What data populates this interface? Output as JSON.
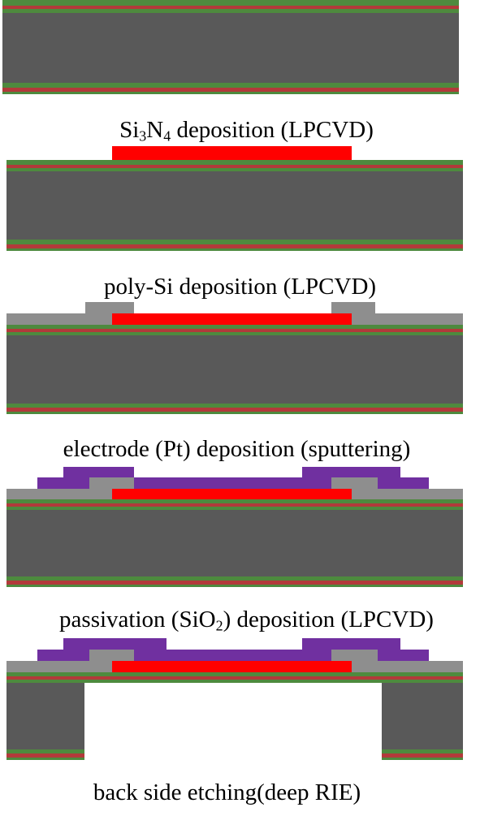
{
  "colors": {
    "silicon": "#595959",
    "oxide_green": "#4e8a3e",
    "nitride_red": "#b23a3a",
    "heater_red": "#ff0000",
    "poly_gray": "#8e8e8e",
    "electrode_purple": "#7030a0"
  },
  "steps": [
    {
      "pre": "Si",
      "sub1": "3",
      "mid": "N",
      "sub2": "4",
      "post": " deposition (LPCVD)"
    },
    {
      "pre": "poly-Si deposition (LPCVD)",
      "sub1": "",
      "mid": "",
      "sub2": "",
      "post": ""
    },
    {
      "pre": "electrode (Pt) deposition (sputtering)",
      "sub1": "",
      "mid": "",
      "sub2": "",
      "post": ""
    },
    {
      "pre": "passivation (SiO",
      "sub1": "2",
      "mid": ") deposition (LPCVD)",
      "sub2": "",
      "post": ""
    },
    {
      "pre": "back side etching(deep RIE)",
      "sub1": "",
      "mid": "",
      "sub2": "",
      "post": ""
    }
  ]
}
